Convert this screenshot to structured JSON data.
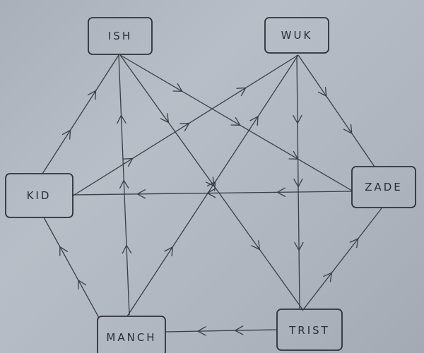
{
  "colors": {
    "paper": "#b1b8c1",
    "ink": "#2e3238"
  },
  "nodes": [
    {
      "id": "ish",
      "label": "ISH"
    },
    {
      "id": "wuk",
      "label": "WUK"
    },
    {
      "id": "kid",
      "label": "KID"
    },
    {
      "id": "zade",
      "label": "ZADE"
    },
    {
      "id": "manch",
      "label": "MANCH"
    },
    {
      "id": "trist",
      "label": "TRIST"
    }
  ],
  "edges": [
    {
      "from": "kid",
      "to": "ish"
    },
    {
      "from": "manch",
      "to": "ish"
    },
    {
      "from": "ish",
      "to": "zade"
    },
    {
      "from": "ish",
      "to": "trist"
    },
    {
      "from": "kid",
      "to": "wuk"
    },
    {
      "from": "manch",
      "to": "wuk"
    },
    {
      "from": "wuk",
      "to": "zade"
    },
    {
      "from": "wuk",
      "to": "trist"
    },
    {
      "from": "zade",
      "to": "kid"
    },
    {
      "from": "manch",
      "to": "kid"
    },
    {
      "from": "trist",
      "to": "zade"
    },
    {
      "from": "trist",
      "to": "manch"
    }
  ]
}
